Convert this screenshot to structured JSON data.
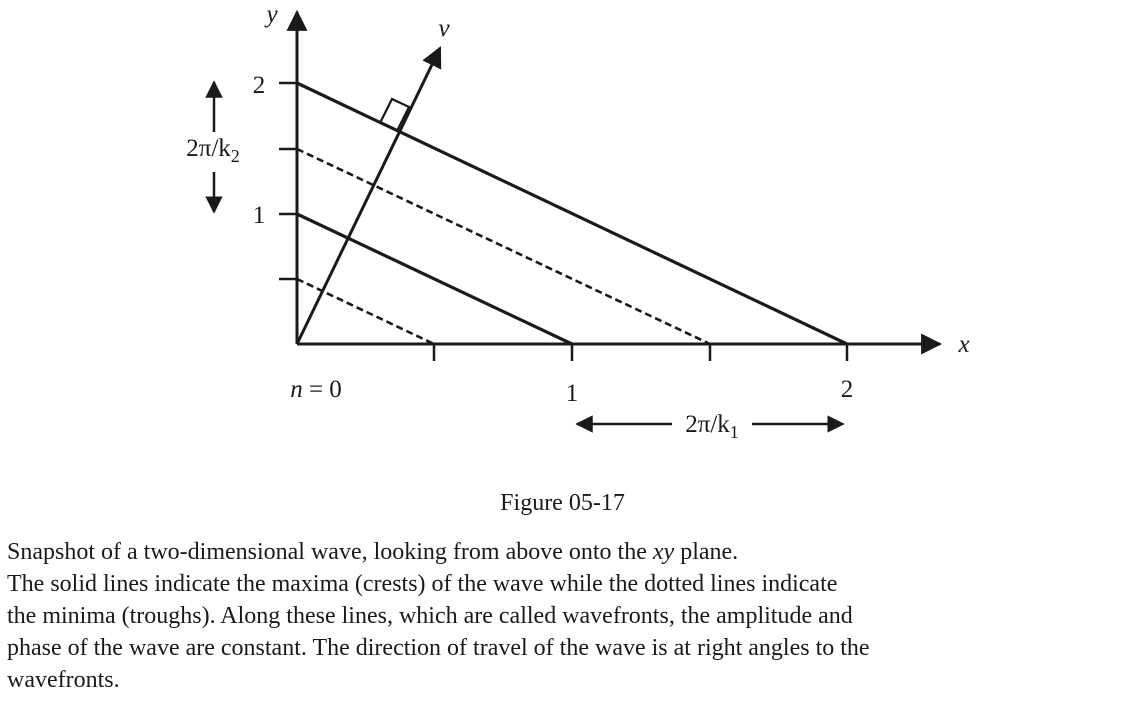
{
  "figure": {
    "axis_labels": {
      "x": "x",
      "y": "y",
      "v": "v"
    },
    "x_tick_labels": [
      "n = 0",
      "1",
      "2"
    ],
    "y_tick_labels": [
      "1",
      "2"
    ],
    "dimension_labels": {
      "k2": {
        "prefix": "2π/k",
        "sub": "2"
      },
      "k1": {
        "prefix": "2π/k",
        "sub": "1"
      }
    }
  },
  "caption": {
    "figure_number": "Figure 05-17",
    "line1_pre": "Snapshot of a two-dimensional wave, looking from above onto the ",
    "line1_em": "xy",
    "line1_post": " plane.",
    "line2": "The solid lines indicate the maxima (crests) of the wave while the dotted lines indicate",
    "line3": "the minima (troughs). Along these lines, which are called wavefronts, the amplitude and",
    "line4": "phase of the wave are constant. The direction of travel of the wave is at right angles to the",
    "line5": "wavefronts."
  }
}
